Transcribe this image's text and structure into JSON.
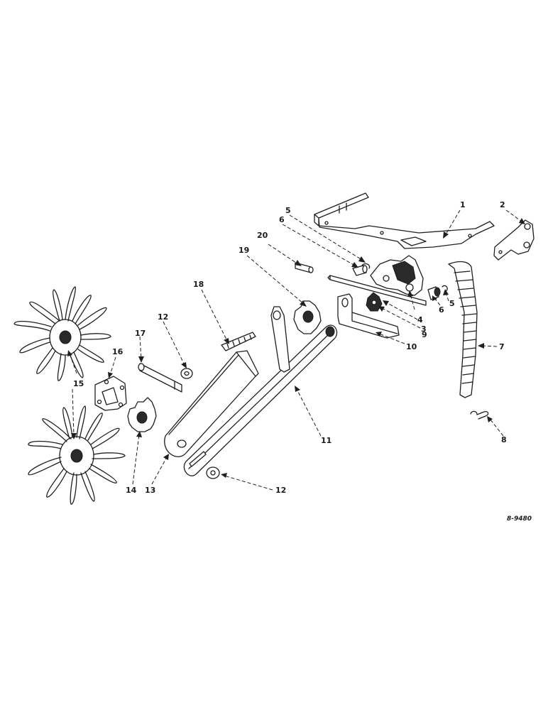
{
  "figure": {
    "reference_code": "8-9480",
    "callouts": [
      "1",
      "2",
      "3",
      "4",
      "5",
      "5",
      "6",
      "6",
      "7",
      "8",
      "9",
      "10",
      "11",
      "12",
      "12",
      "13",
      "14",
      "15",
      "16",
      "17",
      "18",
      "19",
      "20"
    ]
  },
  "parts": [
    {
      "ref": "1",
      "icon": "frame-bracket-icon"
    },
    {
      "ref": "2",
      "icon": "mounting-plate-icon"
    },
    {
      "ref": "3",
      "icon": "shaft-icon"
    },
    {
      "ref": "4",
      "icon": "clutch-housing-icon"
    },
    {
      "ref": "5",
      "icon": "snap-ring-icon"
    },
    {
      "ref": "6",
      "icon": "bushing-icon"
    },
    {
      "ref": "7",
      "icon": "flexible-tube-icon"
    },
    {
      "ref": "8",
      "icon": "clip-icon"
    },
    {
      "ref": "9",
      "icon": "gear-icon"
    },
    {
      "ref": "10",
      "icon": "support-bracket-icon"
    },
    {
      "ref": "11",
      "icon": "arm-icon"
    },
    {
      "ref": "12",
      "icon": "washer-icon"
    },
    {
      "ref": "13",
      "icon": "chain-case-icon"
    },
    {
      "ref": "14",
      "icon": "sprocket-icon"
    },
    {
      "ref": "15",
      "icon": "rotary-wheel-icon"
    },
    {
      "ref": "16",
      "icon": "hub-icon"
    },
    {
      "ref": "17",
      "icon": "axle-icon"
    },
    {
      "ref": "18",
      "icon": "chain-icon"
    },
    {
      "ref": "19",
      "icon": "sprocket-icon"
    },
    {
      "ref": "20",
      "icon": "pin-icon"
    }
  ]
}
